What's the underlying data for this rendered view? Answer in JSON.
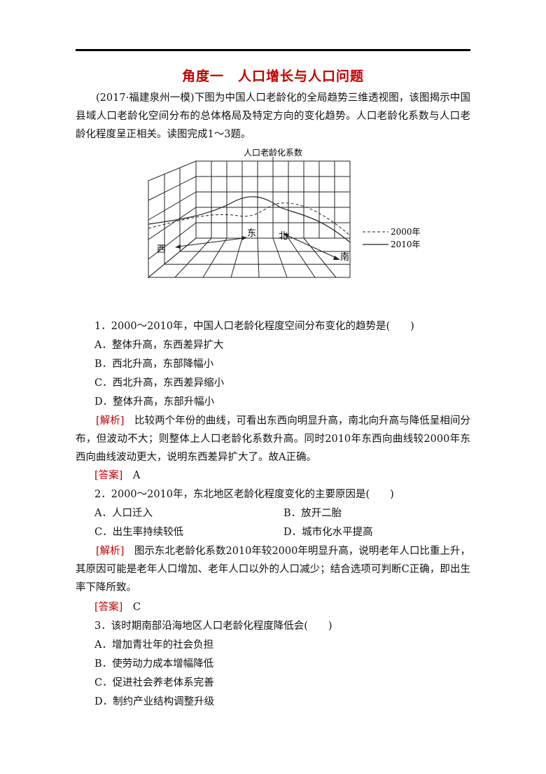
{
  "title": "角度一　人口增长与人口问题",
  "intro": "(2017·福建泉州一模)下图为中国人口老龄化的全局趋势三维透视图，该图揭示中国县域人口老龄化空间分布的总体格局及特定方向的变化趋势。人口老龄化系数与人口老龄化程度呈正相关。读图完成1～3题。",
  "figure": {
    "axis_title": "人口老龄化系数",
    "labels": {
      "west": "西",
      "east": "东",
      "north": "北",
      "south": "南"
    },
    "legend": [
      {
        "label": "2000年",
        "style": "dashed"
      },
      {
        "label": "2010年",
        "style": "solid"
      }
    ]
  },
  "q1": {
    "stem": "1．2000～2010年，中国人口老龄化程度空间分布变化的趋势是(　　)",
    "options": [
      "A．整体升高，东西差异扩大",
      "B．西北升高，东部降幅小",
      "C．西北升高，东西差异缩小",
      "D．整体升高，东部升幅小"
    ],
    "analysis_tag": "[解析]",
    "analysis": "比较两个年份的曲线，可看出东西向明显升高，南北向升高与降低呈相间分布，但波动不大；则整体上人口老龄化系数升高。同时2010年东西向曲线较2000年东西向曲线波动更大，说明东西差异扩大了。故A正确。",
    "answer_tag": "[答案]",
    "answer": "A"
  },
  "q2": {
    "stem": "2．2000～2010年，东北地区老龄化程度变化的主要原因是(　　)",
    "options": [
      "A．人口迁入",
      "B．放开二胎",
      "C．出生率持续较低",
      "D．城市化水平提高"
    ],
    "analysis_tag": "[解析]",
    "analysis": "图示东北老龄化系数2010年较2000年明显升高，说明老年人口比重上升，其原因可能是老年人口增加、老年人口以外的人口减少；结合选项可判断C正确，即出生率下降所致。",
    "answer_tag": "[答案]",
    "answer": "C"
  },
  "q3": {
    "stem": "3．该时期南部沿海地区人口老龄化程度降低会(　　)",
    "options": [
      "A．增加青壮年的社会负担",
      "B．使劳动力成本增幅降低",
      "C．促进社会养老体系完善",
      "D．制约产业结构调整升级"
    ]
  }
}
